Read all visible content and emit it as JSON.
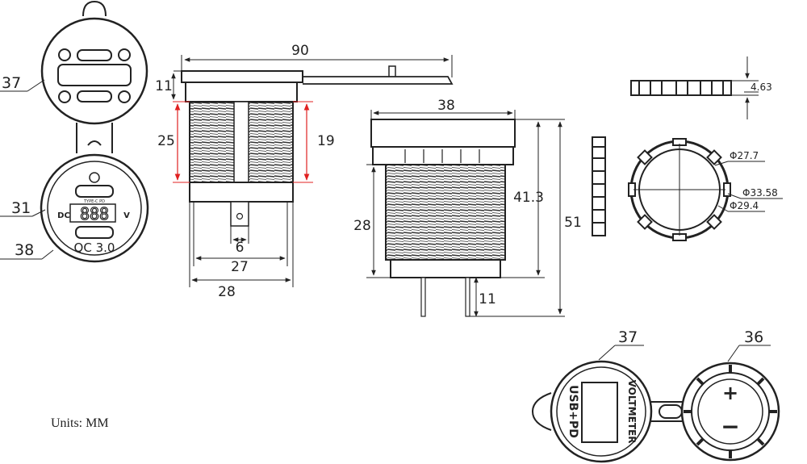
{
  "callouts": {
    "front_cap": "37",
    "front_voltmeter": "31",
    "front_body": "38",
    "bottom_left": "37",
    "bottom_right": "36"
  },
  "front_panel": {
    "dc": "DC",
    "v": "V",
    "qc": "QC 3.0",
    "port_text": "TYPE-C PD"
  },
  "side_view": {
    "width_90": "90",
    "cap_11": "11",
    "thread_25": "25",
    "thread_19": "19",
    "terminal_6": "6",
    "body_27": "27",
    "body_28": "28"
  },
  "center_view": {
    "width_38": "38",
    "height_41_3": "41.3",
    "height_51": "51",
    "thread_28": "28",
    "pin_11": "11"
  },
  "nut_view": {
    "thickness": "4.63",
    "d_27_7": "Φ27.7",
    "d_33_58": "Φ33.58",
    "d_29_4": "Φ29.4"
  },
  "bottom_panel": {
    "usb_pd": "USB+PD",
    "voltmeter": "VOLTMETER",
    "plus": "+",
    "minus": "−"
  },
  "units_label": "Units: MM"
}
